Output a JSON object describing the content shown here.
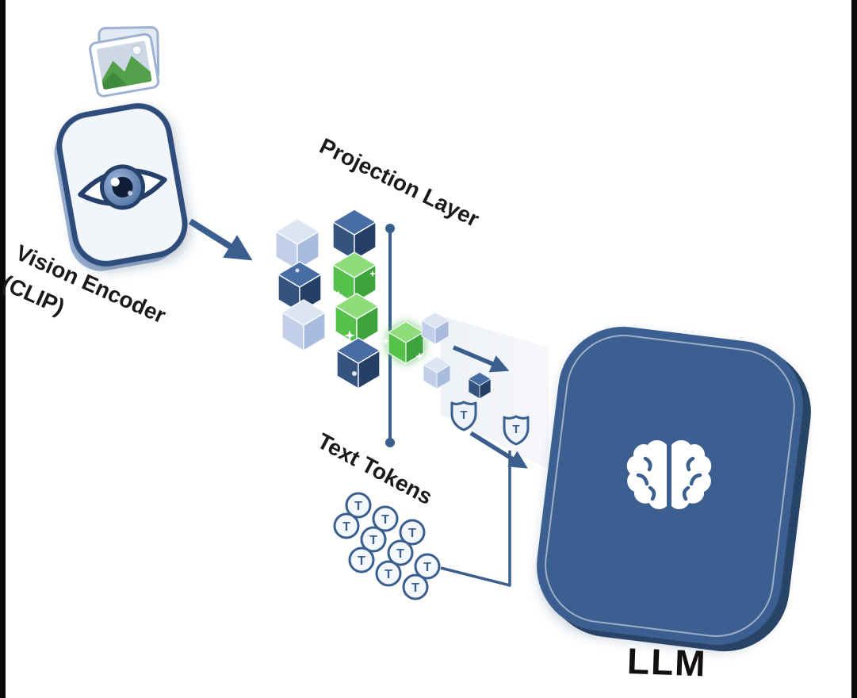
{
  "labels": {
    "vision_encoder": "Vision Encoder (CLIP)",
    "projection_layer": "Projection Layer",
    "text_tokens": "Text Tokens",
    "llm": "LLM"
  },
  "tokens": {
    "label": "T"
  },
  "icons": {
    "image_icon": "stacked-photo-with-mountains-and-sun",
    "eye_icon": "eye",
    "brain_icon": "brain",
    "embedding_cube": "isometric-cube",
    "token_badge": "circle-T",
    "token_shield": "shield-T",
    "flow_arrow": "right-arrow"
  },
  "colors": {
    "accent_blue": "#3a5f8f",
    "navy_cube": "#34537f",
    "green_cube": "#4fb944",
    "light_cube": "#c2cfe8",
    "llm_box": "#3b5f90",
    "projection_line_blue": "#3a5f8f",
    "projection_line_green": "#4db848",
    "background": "#ffffff",
    "edge_bars": "#0a0a0a"
  }
}
